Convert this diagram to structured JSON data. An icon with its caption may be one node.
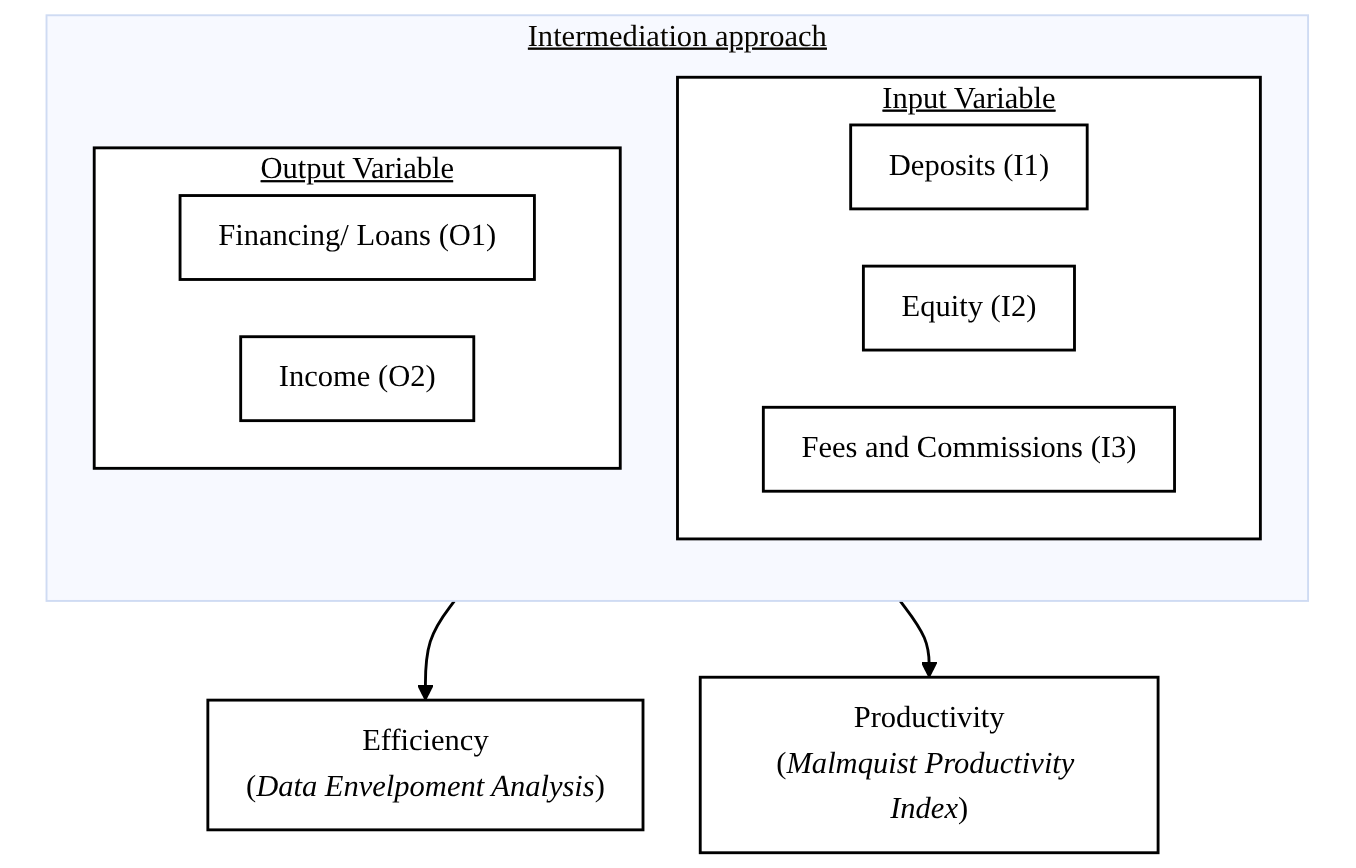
{
  "diagram": {
    "nodes": [
      {
        "text": [
          "Intermediation approach"
        ]
      },
      {
        "text": [
          "Input Variable"
        ],
        "in": 0
      },
      {
        "text": [
          "Deposits (I1)"
        ],
        "in": 1
      },
      {
        "text": [
          "Equity (I2)"
        ],
        "in": 1
      },
      {
        "text": [
          "Fees and Commissions (I3)"
        ],
        "in": 1
      },
      {
        "text": [
          "Output Variable"
        ],
        "in": 0
      },
      {
        "text": [
          "Financing/ Loans (O1)"
        ],
        "in": 5
      },
      {
        "text": [
          "Income (O2)"
        ],
        "in": 5
      },
      {
        "text": [
          "Efficiency",
          "(*Data Envelpoment Analysis*)"
        ]
      },
      {
        "text": [
          "Productivity",
          "(*Malmquist Productivity Index*)"
        ]
      }
    ],
    "edges": [
      {
        "from": 0,
        "to": 8,
        "arrow": "to"
      },
      {
        "from": 0,
        "to": 9,
        "arrow": "to"
      }
    ]
  }
}
